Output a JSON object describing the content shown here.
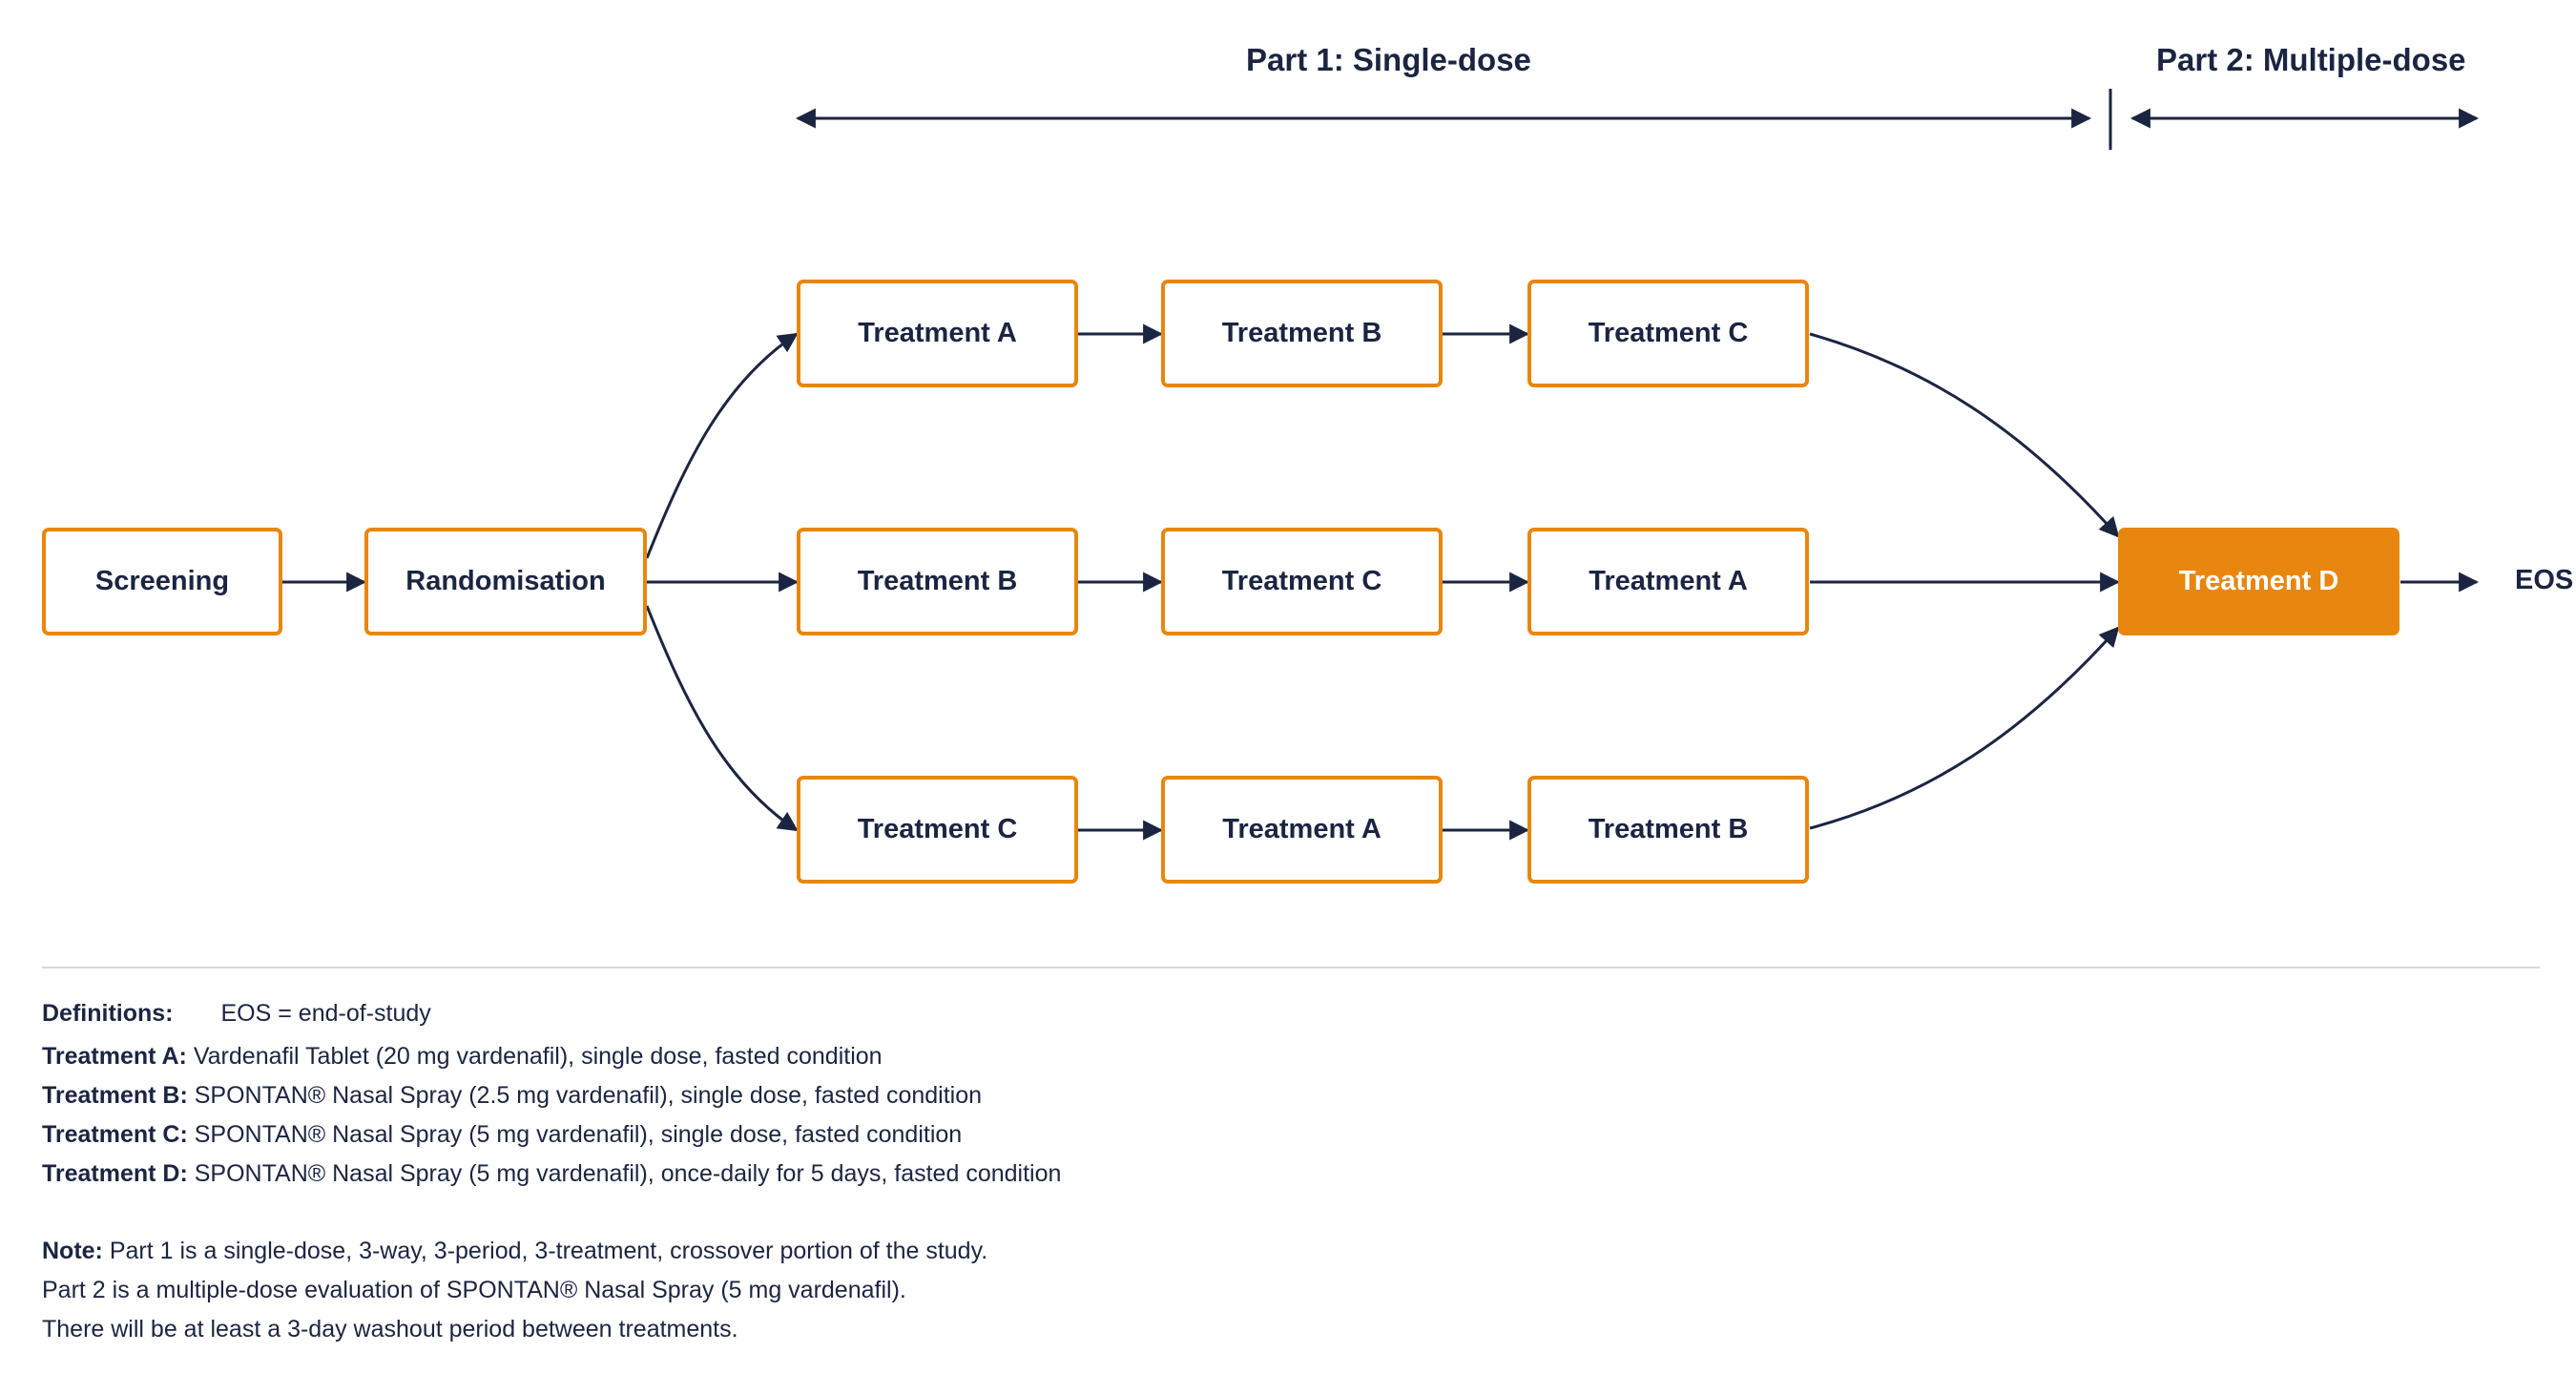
{
  "phases": {
    "part1": "Part 1: Single-dose",
    "part2": "Part 2: Multiple-dose"
  },
  "flow": {
    "screening": "Screening",
    "randomisation": "Randomisation",
    "sequences": [
      [
        "Treatment A",
        "Treatment B",
        "Treatment C"
      ],
      [
        "Treatment B",
        "Treatment C",
        "Treatment A"
      ],
      [
        "Treatment C",
        "Treatment A",
        "Treatment B"
      ]
    ],
    "final_treatment": "Treatment D",
    "end": "EOS"
  },
  "definitions": {
    "heading": "Definitions:",
    "eos": "EOS = end-of-study",
    "items": [
      {
        "term": "Treatment A:",
        "text": " Vardenafil Tablet (20 mg vardenafil), single dose, fasted condition"
      },
      {
        "term": "Treatment B:",
        "text": " SPONTAN® Nasal Spray (2.5 mg vardenafil), single dose, fasted condition"
      },
      {
        "term": "Treatment C:",
        "text": " SPONTAN® Nasal Spray (5 mg vardenafil), single dose, fasted condition"
      },
      {
        "term": "Treatment D:",
        "text": " SPONTAN® Nasal Spray (5 mg vardenafil), once-daily for 5 days, fasted condition"
      }
    ]
  },
  "note": {
    "label": "Note:",
    "line1": " Part 1 is a single-dose, 3-way, 3-period, 3-treatment, crossover portion of the study.",
    "line2": "Part 2 is a multiple-dose evaluation of SPONTAN® Nasal Spray (5 mg vardenafil).",
    "line3": "There will be at least a 3-day washout period between treatments."
  },
  "colors": {
    "box_border": "#e8860f",
    "box_fill_final": "#e8860f",
    "arrow": "#1b2541",
    "text": "#1b2541"
  }
}
